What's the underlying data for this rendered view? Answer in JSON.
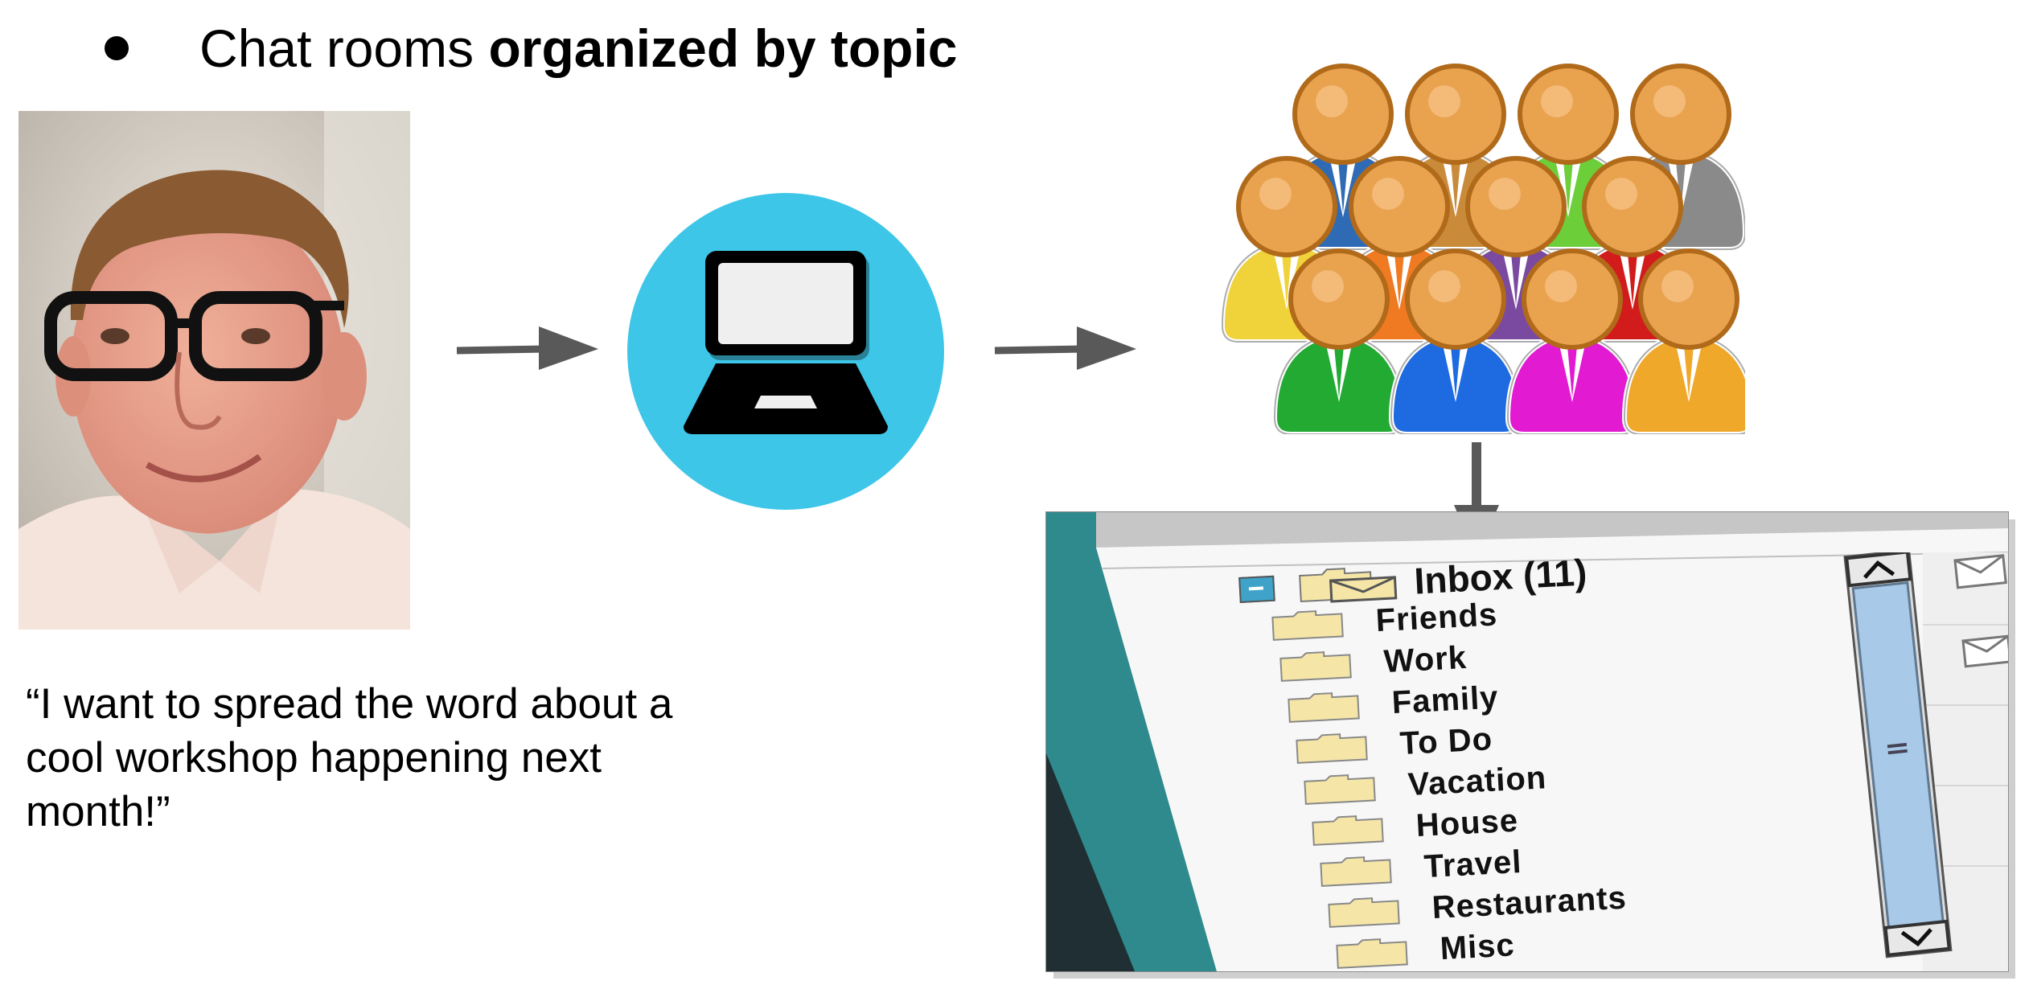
{
  "heading": {
    "normal": "Chat rooms ",
    "bold": "organized by topic"
  },
  "quote": "“I want to spread the word about a cool workshop happening next month!”",
  "icons": {
    "laptop_circle_color": "#3ec6e8",
    "arrow_color": "#595959"
  },
  "people_colors": [
    "#2f6bb4",
    "#c98a3a",
    "#6ccf3a",
    "#8a8a8a",
    "#f0d23a",
    "#f07a22",
    "#7a4aa0",
    "#d21c1c",
    "#22aa33",
    "#1e6ae0",
    "#e21ad2",
    "#f0a82a"
  ],
  "inbox": {
    "title": "Inbox (11)",
    "folders": [
      "Friends",
      "Work",
      "Family",
      "To Do",
      "Vacation",
      "House",
      "Travel",
      "Restaurants",
      "Misc"
    ]
  }
}
